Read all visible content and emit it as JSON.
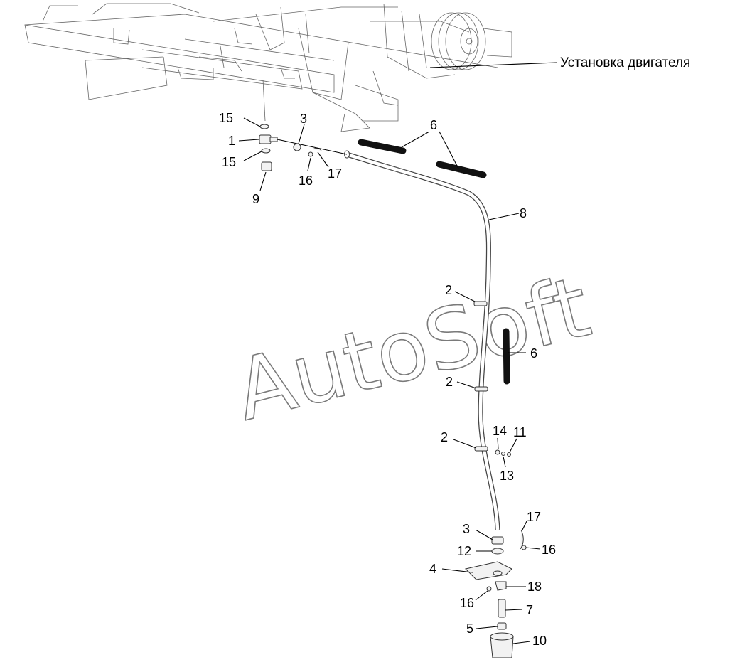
{
  "diagram": {
    "assembly_label": "Установка двигателя",
    "watermark": "AutoSoft",
    "callouts": [
      {
        "id": "c15a",
        "text": "15"
      },
      {
        "id": "c1",
        "text": "1"
      },
      {
        "id": "c15b",
        "text": "15"
      },
      {
        "id": "c9",
        "text": "9"
      },
      {
        "id": "c3a",
        "text": "3"
      },
      {
        "id": "c16a",
        "text": "16"
      },
      {
        "id": "c17a",
        "text": "17"
      },
      {
        "id": "c6a",
        "text": "6"
      },
      {
        "id": "c8",
        "text": "8"
      },
      {
        "id": "c2a",
        "text": "2"
      },
      {
        "id": "c6b",
        "text": "6"
      },
      {
        "id": "c2b",
        "text": "2"
      },
      {
        "id": "c2c",
        "text": "2"
      },
      {
        "id": "c14",
        "text": "14"
      },
      {
        "id": "c11",
        "text": "11"
      },
      {
        "id": "c13",
        "text": "13"
      },
      {
        "id": "c17b",
        "text": "17"
      },
      {
        "id": "c3b",
        "text": "3"
      },
      {
        "id": "c16b",
        "text": "16"
      },
      {
        "id": "c12",
        "text": "12"
      },
      {
        "id": "c4",
        "text": "4"
      },
      {
        "id": "c18",
        "text": "18"
      },
      {
        "id": "c16c",
        "text": "16"
      },
      {
        "id": "c7",
        "text": "7"
      },
      {
        "id": "c5",
        "text": "5"
      },
      {
        "id": "c10",
        "text": "10"
      }
    ]
  }
}
